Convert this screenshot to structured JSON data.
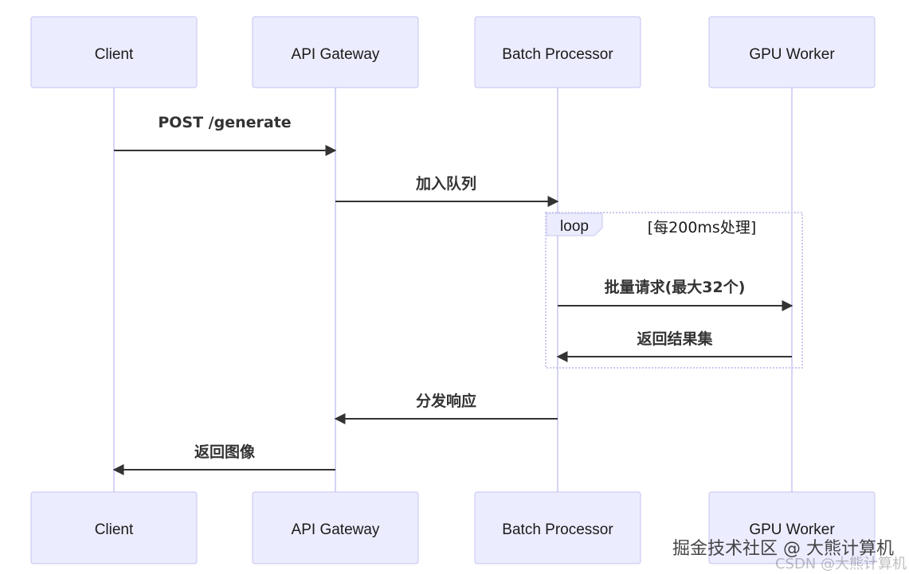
{
  "actors": [
    {
      "id": "client",
      "label": "Client"
    },
    {
      "id": "gateway",
      "label": "API Gateway"
    },
    {
      "id": "batch",
      "label": "Batch Processor"
    },
    {
      "id": "gpu",
      "label": "GPU Worker"
    }
  ],
  "messages": [
    {
      "from": "client",
      "to": "gateway",
      "label": "POST /generate"
    },
    {
      "from": "gateway",
      "to": "batch",
      "label": "加入队列"
    },
    {
      "from": "batch",
      "to": "gpu",
      "label": "批量请求(最大32个)"
    },
    {
      "from": "gpu",
      "to": "batch",
      "label": "返回结果集"
    },
    {
      "from": "batch",
      "to": "gateway",
      "label": "分发响应"
    },
    {
      "from": "gateway",
      "to": "client",
      "label": "返回图像"
    }
  ],
  "loop": {
    "label": "loop",
    "condition": "[每200ms处理]"
  },
  "watermark": {
    "text": "掘金技术社区 @ 大熊计算机",
    "shadow_text": "CSDN @大熊计算机"
  },
  "colors": {
    "actor_fill": "#ececff",
    "actor_stroke": "#c5c5f0",
    "lifeline": "#d4d4f5",
    "arrow": "#333333",
    "loop_frame": "#c9c9ef"
  }
}
